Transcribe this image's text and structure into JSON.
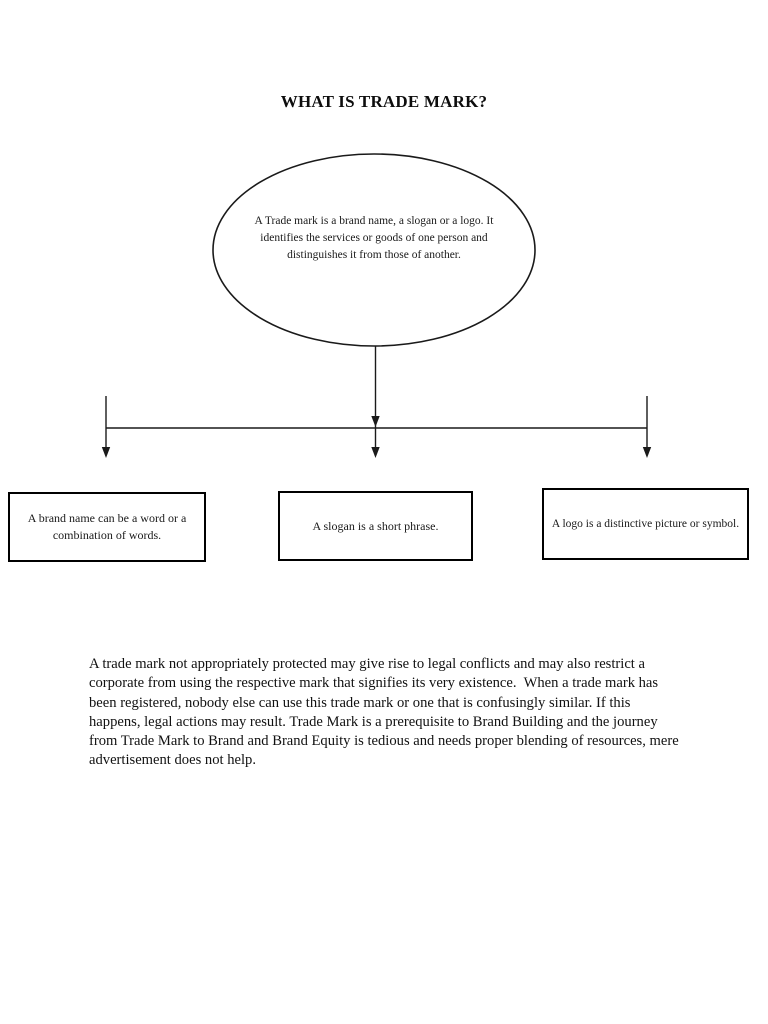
{
  "page": {
    "title": "WHAT IS TRADE MARK?"
  },
  "diagram": {
    "ellipse_text": "A Trade mark is a brand name, a slogan or a logo. It identifies the services or goods of one person and distinguishes it from those of another.",
    "boxes": [
      {
        "label": "A brand name can be a word or a combination of words."
      },
      {
        "label": "A slogan is a short phrase."
      },
      {
        "label": "A logo is a distinctive picture or symbol."
      }
    ],
    "line_color": "#1a1a1a"
  },
  "body": {
    "paragraph": "A trade mark not appropriately protected may give rise to legal conflicts and may also restrict a corporate from using the respective mark that signifies its very existence.  When a trade mark has been registered, nobody else can use this trade mark or one that is confusingly similar. If this happens, legal actions may result. Trade Mark is a prerequisite to Brand Building and the journey from Trade Mark to Brand and Brand Equity is tedious and needs proper blending of resources, mere advertisement does not help."
  }
}
